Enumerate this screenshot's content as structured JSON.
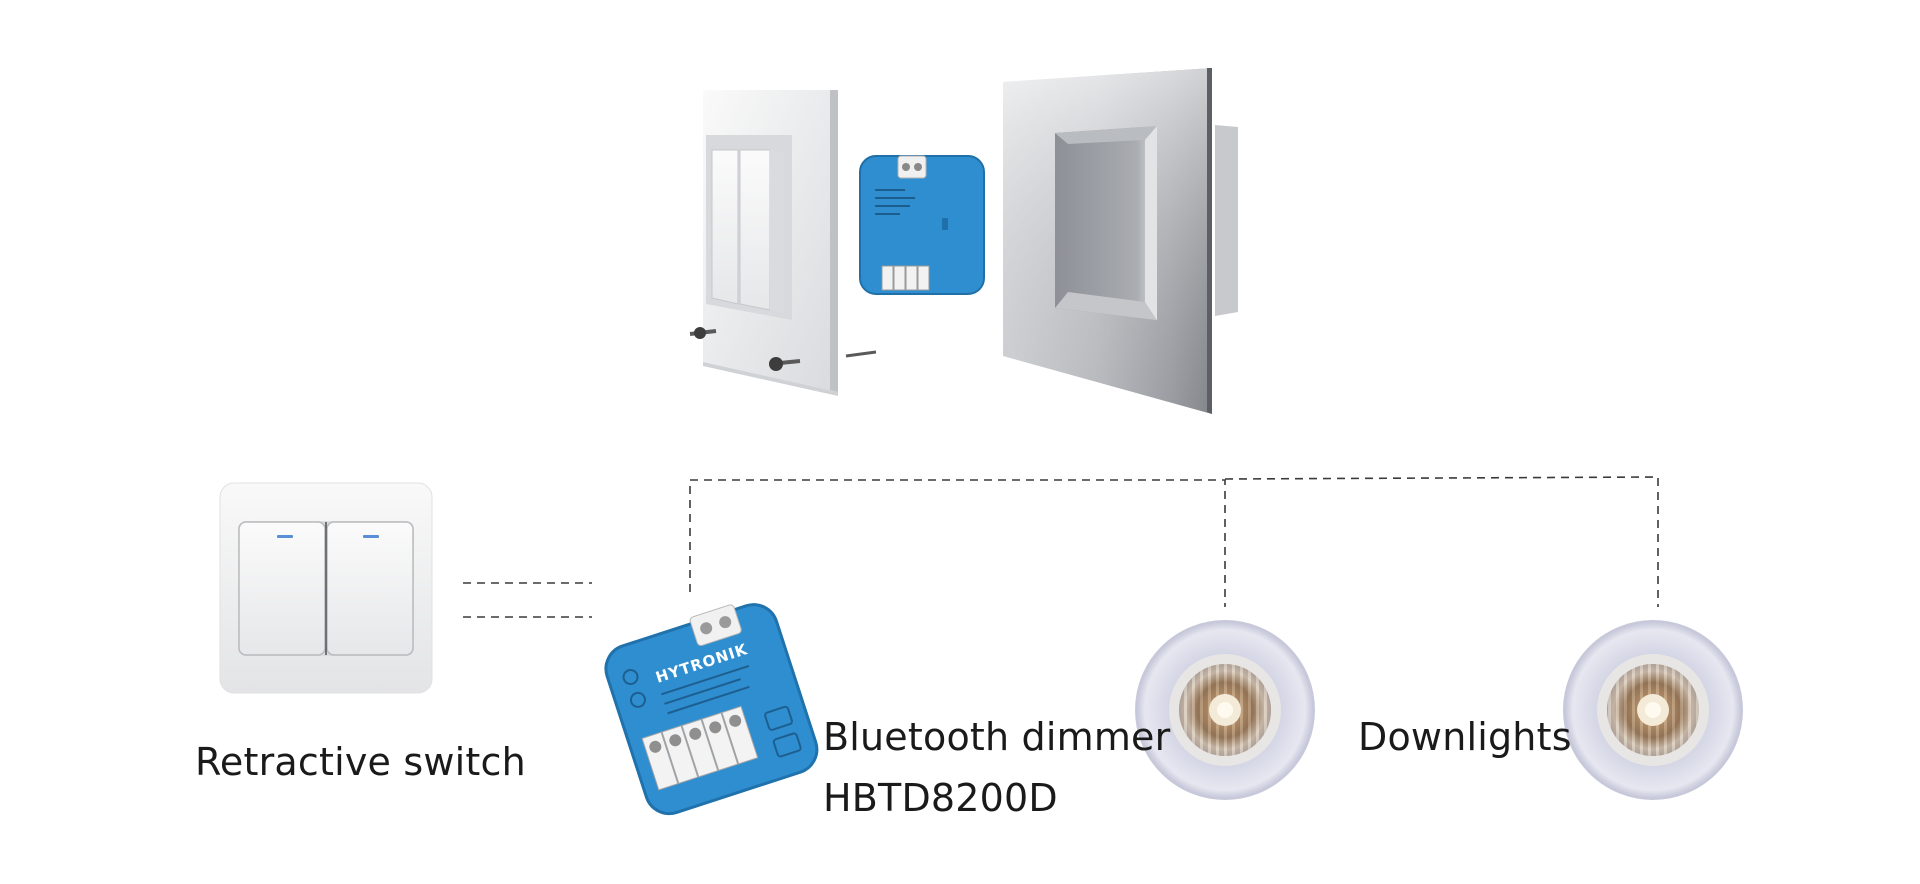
{
  "labels": {
    "switch": "Retractive switch",
    "dimmer_name": "Bluetooth dimmer",
    "dimmer_model": "HBTD8200D",
    "downlights": "Downlights"
  },
  "dimmer_marking": {
    "brand": "HYTRONIK"
  },
  "colors": {
    "dimmer_blue": "#2f8ed0",
    "wire": "#3a3a3a",
    "text": "#1a1a1a",
    "background": "#ffffff"
  },
  "icons": [
    "switch",
    "bluetooth-dimmer-module",
    "downlight",
    "wall-box"
  ]
}
